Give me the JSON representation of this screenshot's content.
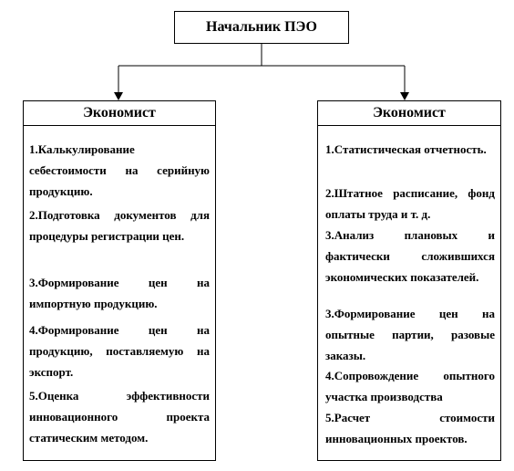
{
  "head": {
    "title": "Начальник ПЭО"
  },
  "left": {
    "title": "Экономист",
    "items": [
      "1.Калькулирование себестоимости на серийную продукцию.",
      "2.Подготовка документов для процедуры регистрации цен.",
      "3.Формирование цен на импортную продукцию.",
      "4.Формирование цен на продукцию, поставляемую на экспорт.",
      "5.Оценка эффективности инновационного проекта статическим методом."
    ]
  },
  "right": {
    "title": "Экономист",
    "items": [
      "1.Статистическая отчетность.",
      "2.Штатное расписание, фонд оплаты труда и т. д.",
      "3.Анализ плановых и фактически сложившихся экономических показателей.",
      "3.Формирование цен на опытные партии, разовые заказы.",
      "4.Сопровождение опытного участка производства",
      "5.Расчет стоимости инновационных проектов."
    ]
  }
}
